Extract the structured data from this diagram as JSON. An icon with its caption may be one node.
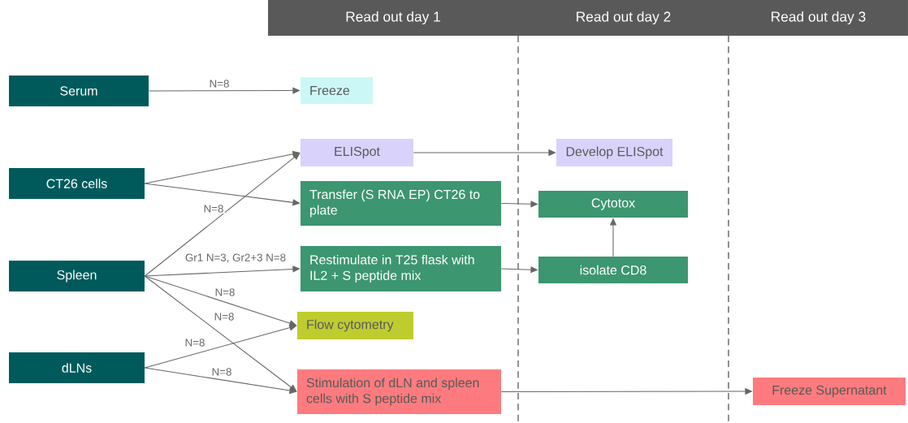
{
  "diagram": {
    "nodes": [
      {
        "text": [
          "Read out day 1"
        ]
      },
      {
        "text": [
          "Read out day 2"
        ]
      },
      {
        "text": [
          "Read out day 3"
        ]
      },
      {
        "text": [
          "Serum"
        ]
      },
      {
        "text": [
          "CT26 cells"
        ]
      },
      {
        "text": [
          "Spleen"
        ]
      },
      {
        "text": [
          "dLNs"
        ]
      },
      {
        "text": [
          "Freeze"
        ]
      },
      {
        "text": [
          "ELISpot"
        ]
      },
      {
        "text": [
          "Transfer (S RNA EP) CT26 to plate"
        ]
      },
      {
        "text": [
          "Restimulate in T25 flask with IL2 + S peptide mix"
        ]
      },
      {
        "text": [
          "Flow cytometry"
        ]
      },
      {
        "text": [
          "Stimulation of dLN and spleen cells with S peptide mix"
        ]
      },
      {
        "text": [
          "Develop ELISpot"
        ]
      },
      {
        "text": [
          "Cytotox"
        ]
      },
      {
        "text": [
          "isolate CD8"
        ]
      },
      {
        "text": [
          "Freeze Supernatant"
        ]
      }
    ],
    "edges": [
      {
        "from": 3,
        "to": 7,
        "arrow": "to",
        "label": "N=8"
      },
      {
        "from": 4,
        "to": 8,
        "arrow": "to"
      },
      {
        "from": 4,
        "to": 9,
        "arrow": "to"
      },
      {
        "from": 5,
        "to": 8,
        "arrow": "to",
        "label": "N=8"
      },
      {
        "from": 5,
        "to": 10,
        "arrow": "to",
        "label": "Gr1 N=3, Gr2+3 N=8"
      },
      {
        "from": 5,
        "to": 11,
        "arrow": "to",
        "label": "N=8"
      },
      {
        "from": 5,
        "to": 12,
        "arrow": "to",
        "label": "N=8"
      },
      {
        "from": 6,
        "to": 11,
        "arrow": "to",
        "label": "N=8"
      },
      {
        "from": 6,
        "to": 12,
        "arrow": "to",
        "label": "N=8"
      },
      {
        "from": 8,
        "to": 13,
        "arrow": "to"
      },
      {
        "from": 9,
        "to": 14,
        "arrow": "to"
      },
      {
        "from": 10,
        "to": 15,
        "arrow": "to"
      },
      {
        "from": 15,
        "to": 14,
        "arrow": "to"
      },
      {
        "from": 12,
        "to": 16,
        "arrow": "to"
      }
    ]
  }
}
